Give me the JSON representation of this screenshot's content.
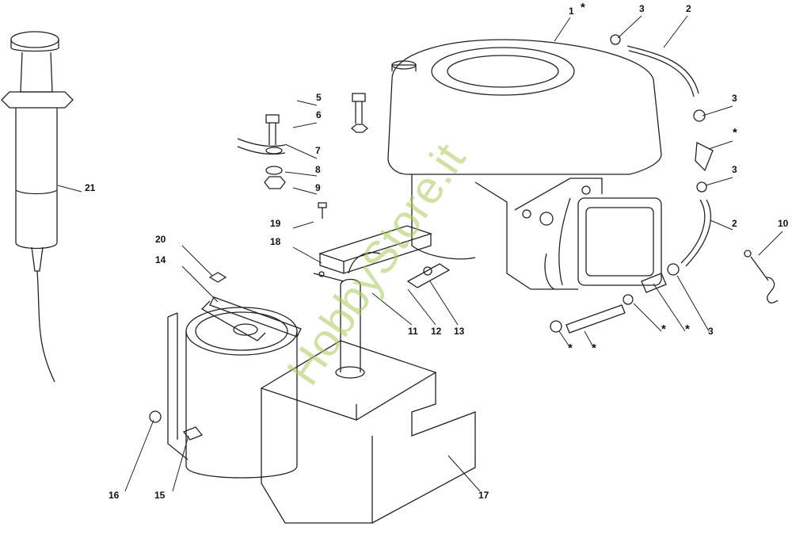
{
  "diagram": {
    "watermark": "HobbyStore.it",
    "callouts": [
      "1",
      "3",
      "2",
      "3",
      "3",
      "2",
      "10",
      "3",
      "5",
      "6",
      "7",
      "8",
      "9",
      "19",
      "18",
      "20",
      "14",
      "21",
      "11",
      "12",
      "13",
      "16",
      "15",
      "17"
    ],
    "star": "*"
  }
}
